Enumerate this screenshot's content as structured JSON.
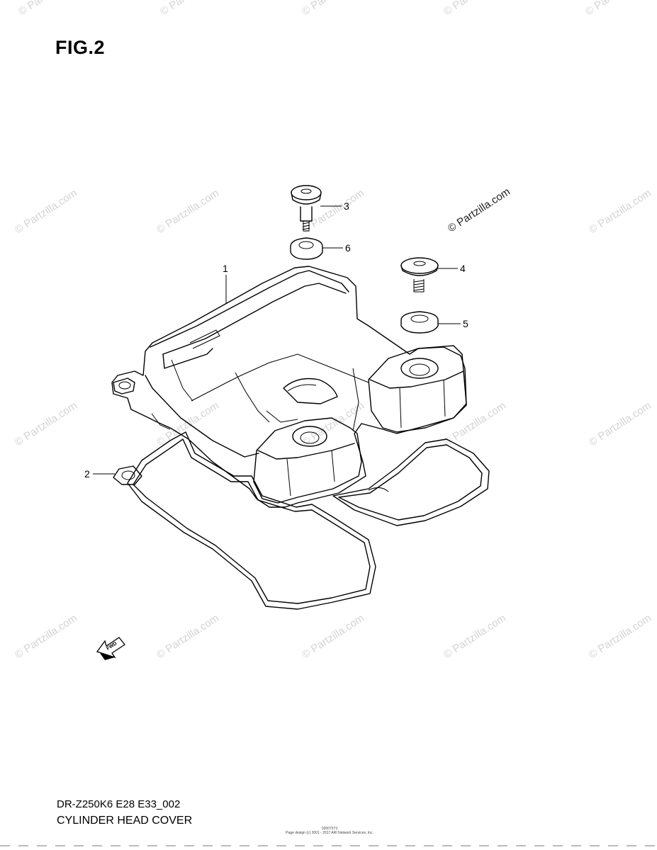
{
  "figure": {
    "title": "FIG.2"
  },
  "watermark": {
    "text": "© Partzilla.com"
  },
  "callouts": [
    {
      "id": "1",
      "label": "1"
    },
    {
      "id": "2",
      "label": "2"
    },
    {
      "id": "3",
      "label": "3"
    },
    {
      "id": "4",
      "label": "4"
    },
    {
      "id": "5",
      "label": "5"
    },
    {
      "id": "6",
      "label": "6"
    }
  ],
  "fwd_arrow": {
    "label": "FWD"
  },
  "footer": {
    "model_code": "DR-Z250K6 E28 E33_002",
    "caption": "CYLINDER HEAD COVER",
    "fine_print_1": "02007273",
    "fine_print_2": "Page design (c) 2001 - 2017 ARI Network Services, Inc."
  },
  "colors": {
    "line": "#000000",
    "watermark": "#d4d4d4",
    "background": "#ffffff"
  }
}
